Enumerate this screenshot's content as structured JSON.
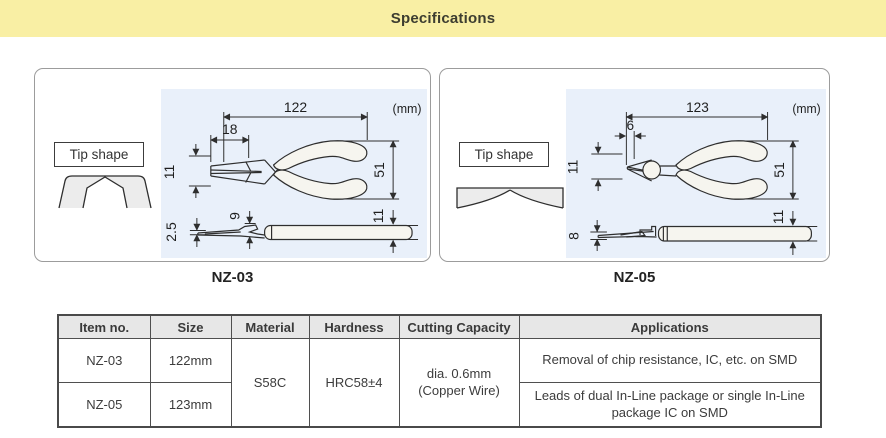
{
  "header": {
    "title": "Specifications"
  },
  "colors": {
    "header_bg": "#F9EFA4",
    "drawing_bg": "#E9F0FA"
  },
  "panels": [
    {
      "model": "NZ-03",
      "tip_shape_label": "Tip shape",
      "unit": "(mm)",
      "dim_total_length": "122",
      "dim_jaw_length": "18",
      "dim_jaw_width": "11",
      "dim_handle_span": "51",
      "dim_blade_thickness": "2.5",
      "dim_joint_thickness": "9",
      "dim_handle_thickness": "11"
    },
    {
      "model": "NZ-05",
      "tip_shape_label": "Tip shape",
      "unit": "(mm)",
      "dim_total_length": "123",
      "dim_jaw_length": "6",
      "dim_jaw_width": "11",
      "dim_handle_span": "51",
      "dim_blade_thickness": "8",
      "dim_handle_thickness": "11"
    }
  ],
  "table": {
    "headers": [
      "Item no.",
      "Size",
      "Material",
      "Hardness",
      "Cutting Capacity",
      "Applications"
    ],
    "rows": [
      {
        "item_no": "NZ-03",
        "size": "122mm",
        "application": "Removal of chip resistance, IC, etc. on SMD"
      },
      {
        "item_no": "NZ-05",
        "size": "123mm",
        "application": "Leads of dual In-Line package or single In-Line package IC on SMD"
      }
    ],
    "shared": {
      "material": "S58C",
      "hardness": "HRC58±4",
      "cutting_capacity": "dia. 0.6mm\n(Copper Wire)"
    }
  }
}
